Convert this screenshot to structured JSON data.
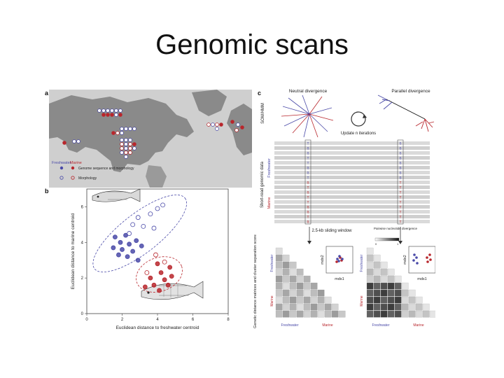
{
  "slide": {
    "title": "Genomic scans"
  },
  "colors": {
    "freshwater": "#4a4aa8",
    "marine": "#b8262c",
    "map_land": "#8a8a8a",
    "map_water": "#c9c9c9"
  },
  "panel_a": {
    "letter": "a",
    "legend": {
      "freshwater": "Freshwater",
      "marine": "Marine",
      "row1": "Genome sequence and morphology",
      "row2": "Morphology"
    }
  },
  "panel_b": {
    "letter": "b",
    "xlabel": "Euclidean distance to freshwater centroid",
    "ylabel": "Euclidean distance to marine centroid"
  },
  "panel_c": {
    "letter": "c",
    "neutral_label": "Neutral divergence",
    "parallel_label": "Parallel divergence",
    "update_label": "Update n iterations",
    "method_label": "SOM/HMM",
    "genomic_label": "Short-read genomic data",
    "freshwater_label": "Freshwater",
    "marine_label": "Marine",
    "window_label": "2.5-kb sliding window",
    "pairwise_label": "Pairwise nucleotide divergence",
    "scale_min": "0",
    "scale_max": "1",
    "matrix_label": "Genetic distance matrices and cluster separation score",
    "mds1": "mds1",
    "mds2": "mds2",
    "freshwater_axis": "Freshwater",
    "marine_axis": "Marine",
    "left_bases": [
      "T",
      "G",
      "G",
      "T",
      "T",
      "G",
      "G",
      "T",
      "G",
      "T",
      "G",
      "T",
      "T",
      "G",
      "G",
      "T",
      "G"
    ],
    "right_bases": [
      "G",
      "G",
      "G",
      "G",
      "G",
      "G",
      "G",
      "G",
      "T",
      "T",
      "T",
      "T",
      "T",
      "T",
      "T",
      "T",
      "T"
    ]
  },
  "chart_data": {
    "type": "scatter",
    "title": "",
    "xlabel": "Euclidean distance to freshwater centroid",
    "ylabel": "Euclidean distance to marine centroid",
    "xlim": [
      0,
      8
    ],
    "ylim": [
      0,
      7
    ],
    "xticks": [
      0,
      2,
      4,
      6,
      8
    ],
    "yticks": [
      0,
      2,
      4,
      6
    ],
    "grid": false,
    "series": [
      {
        "name": "Freshwater",
        "fill": "open",
        "color": "#4a4aa8",
        "points": [
          [
            2.6,
            5.0
          ],
          [
            3.2,
            4.9
          ],
          [
            2.9,
            5.4
          ],
          [
            3.6,
            5.6
          ],
          [
            4.0,
            5.9
          ],
          [
            4.3,
            6.1
          ],
          [
            2.4,
            4.5
          ],
          [
            3.8,
            4.8
          ]
        ]
      },
      {
        "name": "Freshwater",
        "fill": "filled",
        "color": "#4a4aa8",
        "points": [
          [
            1.6,
            4.3
          ],
          [
            1.9,
            4.0
          ],
          [
            2.2,
            4.4
          ],
          [
            1.5,
            3.7
          ],
          [
            2.0,
            3.6
          ],
          [
            2.4,
            3.9
          ],
          [
            2.8,
            4.1
          ],
          [
            1.8,
            3.3
          ],
          [
            2.3,
            3.2
          ],
          [
            2.6,
            3.5
          ],
          [
            3.1,
            3.8
          ],
          [
            2.9,
            3.0
          ]
        ]
      },
      {
        "name": "Marine",
        "fill": "open",
        "color": "#b8262c",
        "points": [
          [
            4.4,
            2.9
          ],
          [
            3.4,
            2.3
          ],
          [
            3.9,
            3.3
          ]
        ]
      },
      {
        "name": "Marine",
        "fill": "filled",
        "color": "#b8262c",
        "points": [
          [
            4.0,
            2.8
          ],
          [
            4.7,
            2.6
          ],
          [
            4.2,
            2.3
          ],
          [
            4.8,
            2.1
          ],
          [
            3.6,
            2.0
          ],
          [
            4.4,
            1.9
          ],
          [
            3.8,
            1.6
          ],
          [
            4.1,
            1.3
          ],
          [
            3.3,
            1.5
          ],
          [
            4.6,
            1.6
          ]
        ]
      }
    ]
  }
}
